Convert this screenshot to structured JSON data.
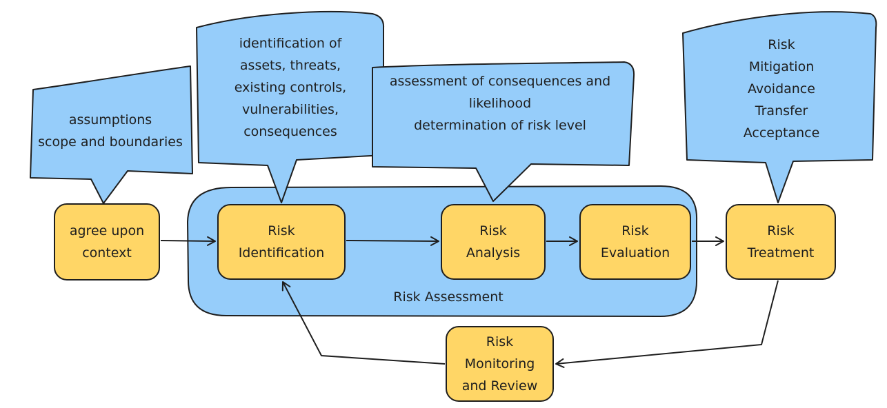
{
  "colors": {
    "box_fill": "#ffd666",
    "callout_fill": "#96cdfa",
    "group_fill": "#96cdfa",
    "stroke": "#1e1e1e"
  },
  "group": {
    "label": "Risk Assessment"
  },
  "boxes": {
    "context": [
      "agree upon",
      "context"
    ],
    "identification": [
      "Risk",
      "Identification"
    ],
    "analysis": [
      "Risk",
      "Analysis"
    ],
    "evaluation": [
      "Risk",
      "Evaluation"
    ],
    "treatment": [
      "Risk",
      "Treatment"
    ],
    "monitoring": [
      "Risk",
      "Monitoring",
      "and Review"
    ]
  },
  "callouts": {
    "context": [
      "assumptions",
      "scope and boundaries"
    ],
    "identification": [
      "identification of",
      "assets, threats,",
      "existing controls,",
      "vulnerabilities,",
      "consequences"
    ],
    "analysis": [
      "assessment of consequences and",
      "likelihood",
      "determination of risk level"
    ],
    "treatment": [
      "Risk",
      "Mitigation",
      "Avoidance",
      "Transfer",
      "Acceptance"
    ]
  },
  "arrows": [
    {
      "from": "agree upon context",
      "to": "Risk Identification"
    },
    {
      "from": "Risk Identification",
      "to": "Risk Analysis"
    },
    {
      "from": "Risk Analysis",
      "to": "Risk Evaluation"
    },
    {
      "from": "Risk Evaluation",
      "to": "Risk Treatment"
    },
    {
      "from": "Risk Treatment",
      "to": "Risk Monitoring and Review"
    },
    {
      "from": "Risk Monitoring and Review",
      "to": "Risk Identification"
    }
  ]
}
